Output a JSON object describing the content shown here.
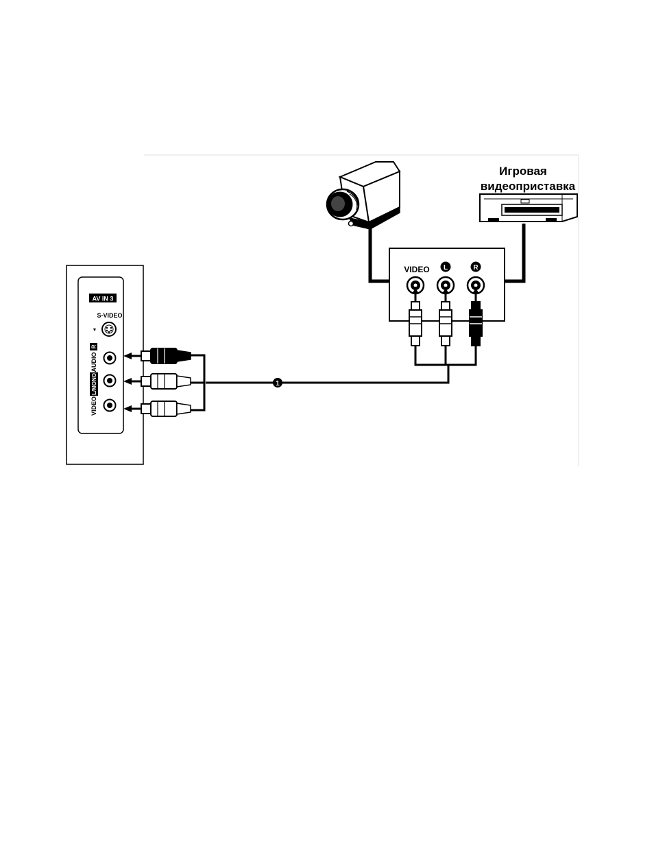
{
  "device_label": {
    "line1": "Игровая",
    "line2": "видеоприставка"
  },
  "source_panel": {
    "video": "VIDEO",
    "left": "L",
    "right": "R"
  },
  "tv_panel": {
    "badge": "AV IN 3",
    "svideo": "S-VIDEO",
    "svideo_marker": "▼",
    "audio": "AUDIO",
    "audio_r": "R",
    "lmono": "L/MONO",
    "video": "VIDEO"
  },
  "cable_marker": "1",
  "colors": {
    "ink": "#000000",
    "paper": "#ffffff",
    "panel_edge": "#cccccc"
  }
}
